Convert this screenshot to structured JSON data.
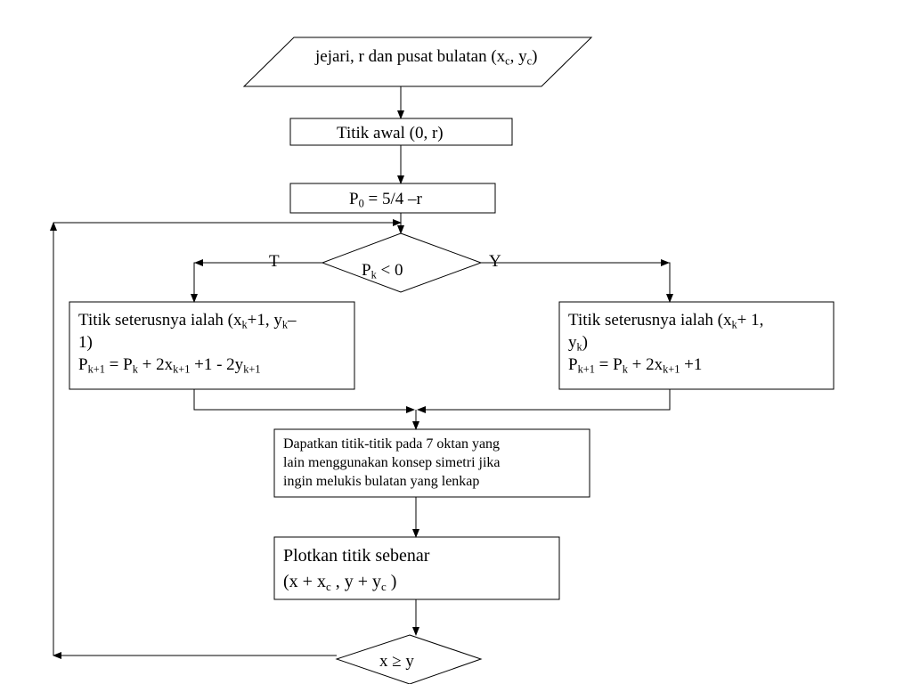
{
  "input": {
    "text": "jejari, r dan pusat bulatan (x",
    "sub1": "c",
    "mid": ", y",
    "sub2": "c",
    "end": ")"
  },
  "start_point": {
    "text": "Titik awal (0, r)"
  },
  "init_p": {
    "p": "P",
    "sub": "0",
    "expr": " = 5/4 –r"
  },
  "decision": {
    "p": "P",
    "sub": "k",
    "expr": " < 0",
    "no_label": "T",
    "yes_label": "Y"
  },
  "left_box": {
    "line1_a": "Titik seterusnya ialah (x",
    "line1_sub1": "k",
    "line1_b": "+1, y",
    "line1_sub2": "k",
    "line1_c": "–",
    "line2": "1)",
    "line3_a": "P",
    "line3_sub1": "k+1",
    "line3_b": " =  P",
    "line3_sub2": "k",
    "line3_c": " + 2x",
    "line3_sub3": "k+1",
    "line3_d": " +1 - 2y",
    "line3_sub4": "k+1"
  },
  "right_box": {
    "line1_a": "Titik seterusnya ialah (x",
    "line1_sub1": "k",
    "line1_b": "+ 1,",
    "line2_a": "y",
    "line2_sub": "k",
    "line2_b": ")",
    "line3_a": "P",
    "line3_sub1": "k+1",
    "line3_b": " =  P",
    "line3_sub2": "k",
    "line3_c": " + 2x",
    "line3_sub3": "k+1",
    "line3_d": " +1"
  },
  "symmetry_box": {
    "line1": "Dapatkan titik-titik pada 7 oktan yang",
    "line2": "lain menggunakan konsep simetri jika",
    "line3": "ingin melukis bulatan yang lenkap"
  },
  "plot_box": {
    "line1": "Plotkan titik sebenar",
    "line2_a": "(x + x",
    "line2_sub1": "c",
    "line2_b": " , y + y",
    "line2_sub2": "c",
    "line2_c": " )"
  },
  "end_check": {
    "text": "x ≥ y"
  }
}
